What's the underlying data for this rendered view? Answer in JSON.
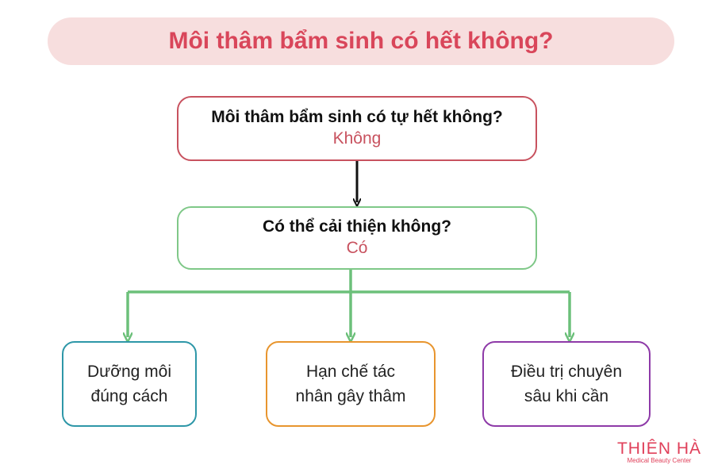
{
  "title": "Môi thâm bẩm sinh có hết không?",
  "q1": {
    "question": "Môi thâm bẩm sinh có tự hết không?",
    "answer": "Không"
  },
  "q2": {
    "question": "Có thể cải thiện không?",
    "answer": "Có"
  },
  "options": [
    {
      "line1": "Dưỡng môi",
      "line2": "đúng cách"
    },
    {
      "line1": "Hạn chế tác",
      "line2": "nhân gây thâm"
    },
    {
      "line1": "Điều trị chuyên",
      "line2": "sâu khi cần"
    }
  ],
  "logo": {
    "name": "THIÊN HÀ",
    "tagline": "Medical Beauty Center"
  },
  "colors": {
    "title": "#d9465a",
    "title_bg": "#f7dede",
    "node1_border": "#c8525f",
    "node2_border": "#7fc888",
    "connector_green": "#6cc07a",
    "option1_border": "#2e97a8",
    "option2_border": "#e8952e",
    "option3_border": "#8e3aa8"
  }
}
